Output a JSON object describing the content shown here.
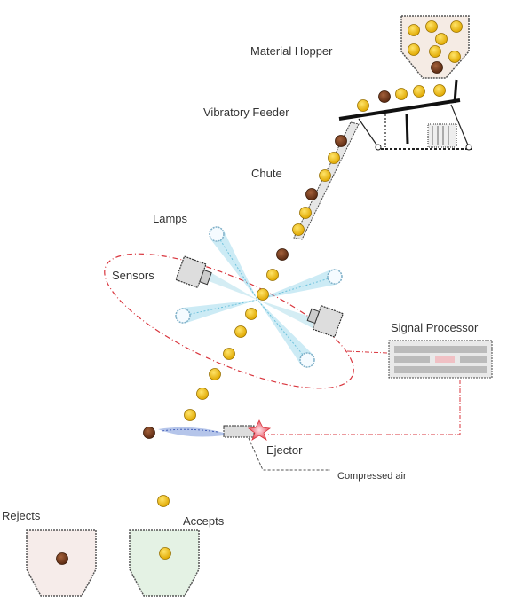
{
  "labels": {
    "material_hopper": "Material Hopper",
    "vibratory_feeder": "Vibratory Feeder",
    "chute": "Chute",
    "lamps": "Lamps",
    "sensors": "Sensors",
    "signal_processor": "Signal Processor",
    "ejector": "Ejector",
    "compressed_air": "Compressed air",
    "rejects": "Rejects",
    "accepts": "Accepts"
  },
  "colors": {
    "good_particle": "#f3c316",
    "bad_particle": "#7a3b1c",
    "signal_line": "#d9363e",
    "light_beam": "#8fd3e8",
    "air_jet": "#5a7fd1",
    "reject_bin": "#f6ecea",
    "accept_bin": "#e4f2e4"
  }
}
